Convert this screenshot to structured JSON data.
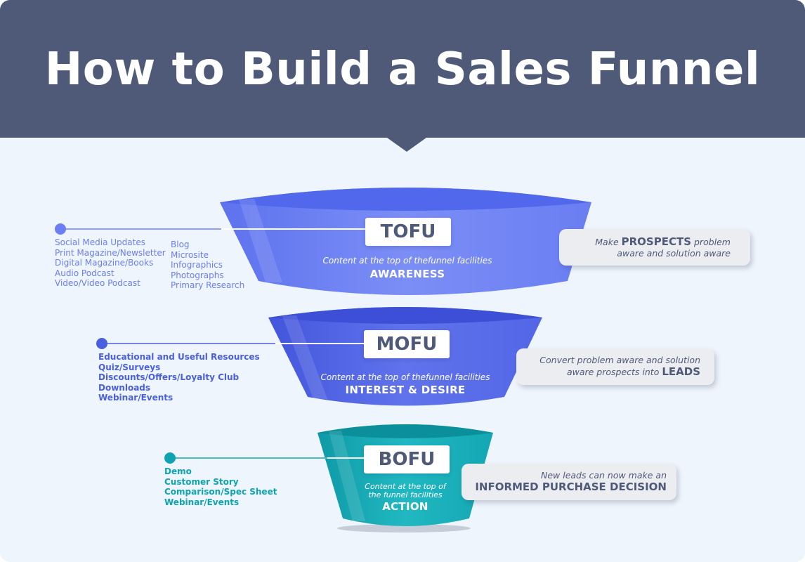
{
  "title": "How to Build a Sales Funnel",
  "stages": [
    {
      "label": "TOFU",
      "description_lines": [
        "Content at the top of thefunnel facilities"
      ],
      "name": "AWARENESS",
      "color": "#6e82f3",
      "list_columns": [
        [
          "Social Media Updates",
          "Print Magazine/Newsletter",
          "Digital Magazine/Books",
          "Audio Podcast",
          "Video/Video Podcast"
        ],
        [
          "Blog",
          "Microsite",
          "Infographics",
          "Photographs",
          "Primary Research"
        ]
      ],
      "callout": {
        "line1_pre": "Make ",
        "line1_emph": "PROSPECTS",
        "line1_post": " problem",
        "line2": "aware and solution aware"
      }
    },
    {
      "label": "MOFU",
      "description_lines": [
        "Content at the top of thefunnel facilities"
      ],
      "name": "INTEREST & DESIRE",
      "color": "#5367e8",
      "list_columns": [
        [
          "Educational and Useful Resources",
          "Quiz/Surveys",
          "Discounts/Offers/Loyalty Club",
          "Downloads",
          "Webinar/Events"
        ]
      ],
      "callout": {
        "line1": "Convert problem aware and solution",
        "line2_pre": "aware prospects into ",
        "line2_emph": "LEADS"
      }
    },
    {
      "label": "BOFU",
      "description_lines": [
        "Content at the top of",
        "the funnel facilities"
      ],
      "name": "ACTION",
      "color": "#17aeb9",
      "list_columns": [
        [
          "Demo",
          "Customer Story",
          "Comparison/Spec Sheet",
          "Webinar/Events"
        ]
      ],
      "callout": {
        "line1": "New leads can now make an",
        "line2_emph": "INFORMED PURCHASE DECISION"
      }
    }
  ]
}
